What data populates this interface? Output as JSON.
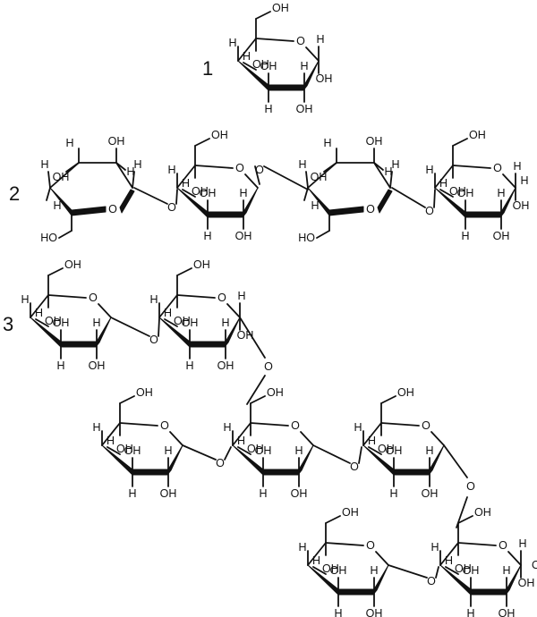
{
  "figure": {
    "labels": {
      "one": "1",
      "two": "2",
      "three": "3"
    },
    "atoms": {
      "oh": "OH",
      "ho": "HO",
      "h": "H",
      "o": "O"
    },
    "colors": {
      "ink": "#111111",
      "background": "#ffffff"
    }
  }
}
